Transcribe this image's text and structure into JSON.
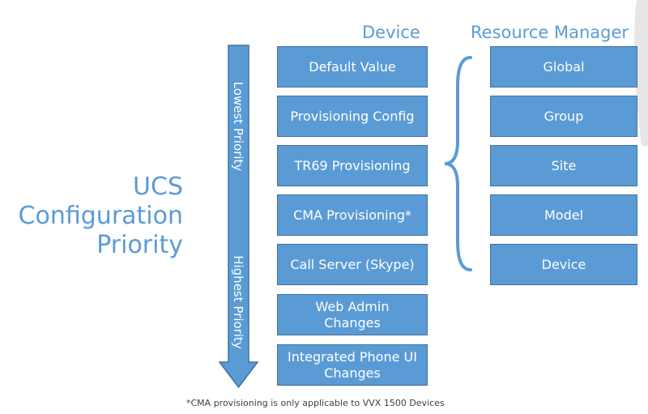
{
  "title": {
    "line1": "UCS",
    "line2": "Configuration",
    "line3": "Priority"
  },
  "device_header": "Device",
  "rm_header": "Resource Manager",
  "arrow": {
    "top_label": "Lowest Priority",
    "bottom_label": "Highest Priority"
  },
  "device_items": [
    {
      "label": "Default Value"
    },
    {
      "label": "Provisioning Config"
    },
    {
      "label": "TR69 Provisioning"
    },
    {
      "label": "CMA Provisioning*"
    },
    {
      "label": "Call Server (Skype)"
    },
    {
      "label": "Web Admin Changes",
      "line1": "Web Admin",
      "line2": "Changes"
    },
    {
      "label": "Integrated Phone UI Changes",
      "line1": "Integrated Phone UI",
      "line2": "Changes"
    }
  ],
  "rm_items": [
    {
      "label": "Global"
    },
    {
      "label": "Group"
    },
    {
      "label": "Site"
    },
    {
      "label": "Model"
    },
    {
      "label": "Device"
    }
  ],
  "footnote": "*CMA provisioning is only applicable to VVX 1500 Devices",
  "colors": {
    "accent": "#5b9bd5",
    "border": "#41719c"
  }
}
